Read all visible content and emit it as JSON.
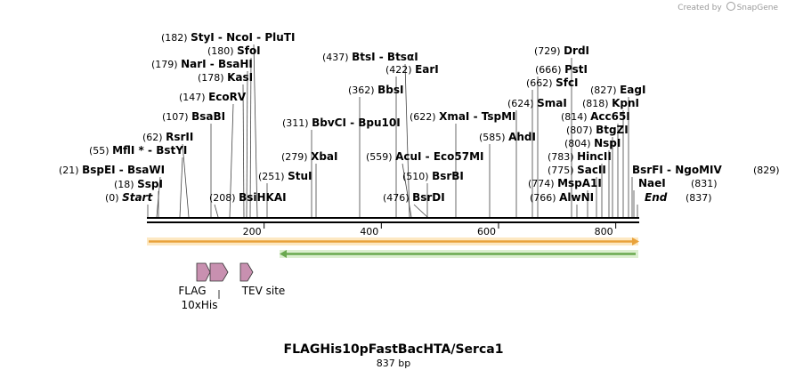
{
  "credit": {
    "text": "Created by",
    "brand": "SnapGene"
  },
  "map": {
    "title": "FLAGHis10pFastBacHTA/Serca1",
    "length_label": "837 bp",
    "total_bp": 837,
    "ruler_ticks": [
      "200",
      "400",
      "600",
      "800"
    ],
    "ruler_tick_values": [
      200,
      400,
      600,
      800
    ],
    "colors": {
      "backbone": "#000000",
      "orange_arrow": "#e9a23b",
      "green_arrow": "#6aa84f",
      "feature_fill": "#c890b0"
    }
  },
  "sites": [
    {
      "pos": "(182)",
      "names": [
        "StyI",
        "NcoI",
        "PluTI"
      ]
    },
    {
      "pos": "(180)",
      "names": [
        "SfoI"
      ]
    },
    {
      "pos": "(179)",
      "names": [
        "NarI",
        "BsaHI"
      ]
    },
    {
      "pos": "(178)",
      "names": [
        "KasI"
      ]
    },
    {
      "pos": "(147)",
      "names": [
        "EcoRV"
      ]
    },
    {
      "pos": "(107)",
      "names": [
        "BsaBI"
      ]
    },
    {
      "pos": "(62)",
      "names": [
        "RsrII"
      ]
    },
    {
      "pos": "(55)",
      "names": [
        "MflI *",
        "BstYI"
      ]
    },
    {
      "pos": "(21)",
      "names": [
        "BspEI",
        "BsaWI"
      ]
    },
    {
      "pos": "(18)",
      "names": [
        "SspI"
      ]
    },
    {
      "pos": "(0)",
      "names": [
        "Start"
      ]
    },
    {
      "pos": "(208)",
      "names": [
        "BsiHKAI"
      ]
    },
    {
      "pos": "(251)",
      "names": [
        "StuI"
      ]
    },
    {
      "pos": "(279)",
      "names": [
        "XbaI"
      ]
    },
    {
      "pos": "(311)",
      "names": [
        "BbvCI",
        "Bpu10I"
      ]
    },
    {
      "pos": "(362)",
      "names": [
        "BbsI"
      ]
    },
    {
      "pos": "(437)",
      "names": [
        "BtsI",
        "BtsαI"
      ]
    },
    {
      "pos": "(422)",
      "names": [
        "EarI"
      ]
    },
    {
      "pos": "(622)",
      "names": [
        "XmaI",
        "TspMI"
      ]
    },
    {
      "pos": "(559)",
      "names": [
        "AcuI",
        "Eco57MI"
      ]
    },
    {
      "pos": "(585)",
      "names": [
        "AhdI"
      ]
    },
    {
      "pos": "(510)",
      "names": [
        "BsrBI"
      ]
    },
    {
      "pos": "(476)",
      "names": [
        "BsrDI"
      ]
    },
    {
      "pos": "(729)",
      "names": [
        "DrdI"
      ]
    },
    {
      "pos": "(666)",
      "names": [
        "PstI"
      ]
    },
    {
      "pos": "(662)",
      "names": [
        "SfcI"
      ]
    },
    {
      "pos": "(624)",
      "names": [
        "SmaI"
      ]
    },
    {
      "pos": "(827)",
      "names": [
        "EagI"
      ]
    },
    {
      "pos": "(818)",
      "names": [
        "KpnI"
      ]
    },
    {
      "pos": "(814)",
      "names": [
        "Acc65I"
      ]
    },
    {
      "pos": "(807)",
      "names": [
        "BtgZI"
      ]
    },
    {
      "pos": "(804)",
      "names": [
        "NspI"
      ]
    },
    {
      "pos": "(783)",
      "names": [
        "HincII"
      ]
    },
    {
      "pos": "(775)",
      "names": [
        "SacII"
      ]
    },
    {
      "pos": "(774)",
      "names": [
        "MspA1I"
      ]
    },
    {
      "pos": "(766)",
      "names": [
        "AlwNI"
      ]
    },
    {
      "pos": "(829)",
      "names": [
        "BsrFI",
        "NgoMIV"
      ]
    },
    {
      "pos": "(831)",
      "names": [
        "NaeI"
      ]
    },
    {
      "pos": "(837)",
      "names": [
        "End"
      ]
    }
  ],
  "features": [
    {
      "name": "FLAG"
    },
    {
      "name": "10xHis"
    },
    {
      "name": "TEV site"
    }
  ]
}
